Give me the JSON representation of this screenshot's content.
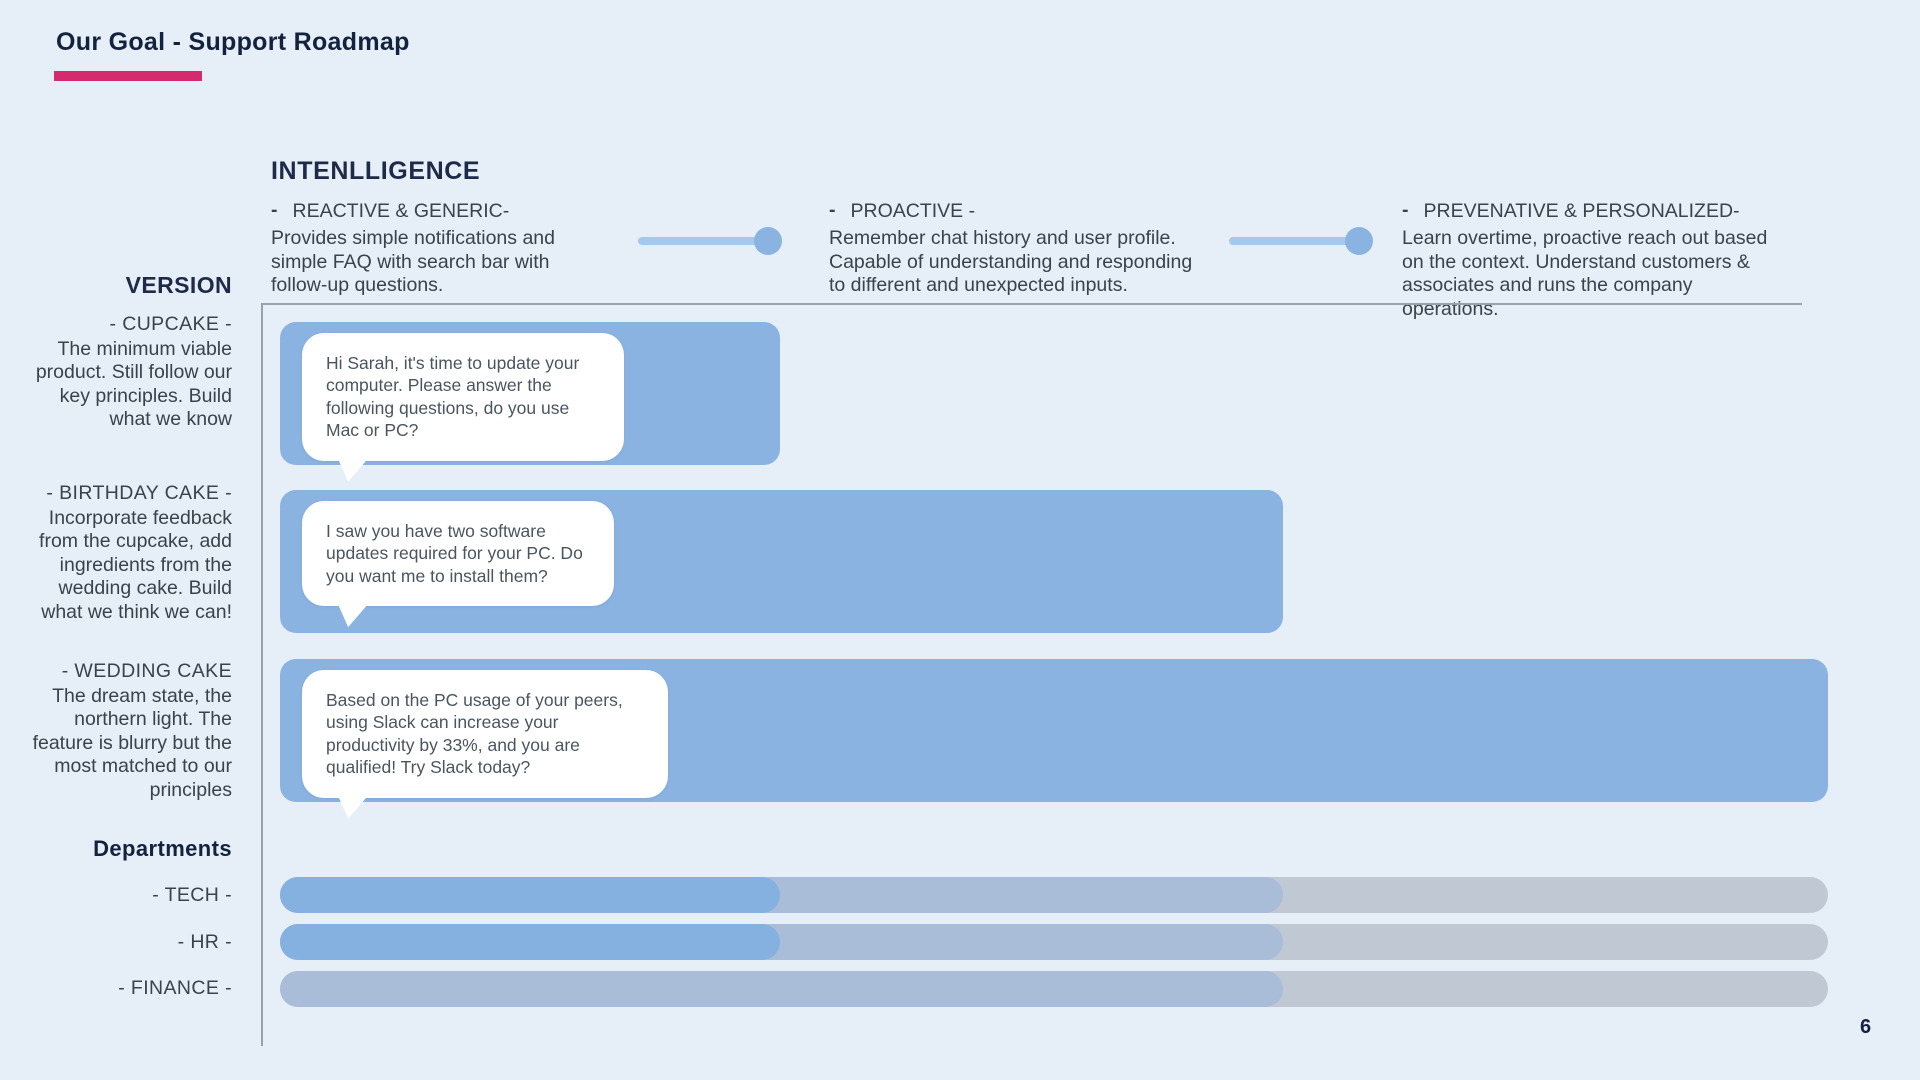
{
  "slide": {
    "title": "Our Goal - Support Roadmap",
    "page_number": "6"
  },
  "intelligence": {
    "heading": "INTENLLIGENCE",
    "stages": [
      {
        "bullet": "-",
        "title": "REACTIVE & GENERIC-",
        "description": "Provides simple notifications and simple FAQ with search bar with follow-up questions."
      },
      {
        "bullet": "-",
        "title": "PROACTIVE -",
        "description": "Remember chat history and user profile. Capable of understanding and responding to different and unexpected inputs."
      },
      {
        "bullet": "-",
        "title": "PREVENATIVE & PERSONALIZED-",
        "description": "Learn overtime, proactive reach out based on the context. Understand customers & associates and runs the company operations."
      }
    ]
  },
  "version": {
    "heading": "VERSION",
    "items": [
      {
        "title": "- CUPCAKE -",
        "description": "The minimum viable product. Still follow our key principles. Build what we know"
      },
      {
        "title": "- BIRTHDAY CAKE -",
        "description": "Incorporate feedback from the cupcake, add ingredients from the wedding cake. Build what we think we can!"
      },
      {
        "title": "- WEDDING CAKE",
        "description": "The dream state, the northern light. The feature is blurry but the most matched to our principles"
      }
    ]
  },
  "chat": {
    "rows": [
      {
        "message": "Hi Sarah, it's time to update your computer. Please answer the following questions, do you use Mac or PC?",
        "track_width_pct": 32.3
      },
      {
        "message": "I saw you have two software updates required for your PC. Do you want me to install them?",
        "track_width_pct": 64.8
      },
      {
        "message": "Based on the PC usage of your peers, using Slack can increase your productivity by 33%, and you are qualified! Try Slack today?",
        "track_width_pct": 100
      }
    ]
  },
  "departments": {
    "heading": "Departments",
    "rows": [
      {
        "label": "- TECH -",
        "segments": [
          {
            "width_pct": 100,
            "color": "#bfc8d3"
          },
          {
            "width_pct": 64.8,
            "color": "#a9bdd9"
          },
          {
            "width_pct": 32.3,
            "color": "#85b1e0"
          }
        ]
      },
      {
        "label": "- HR -",
        "segments": [
          {
            "width_pct": 100,
            "color": "#bfc8d3"
          },
          {
            "width_pct": 64.8,
            "color": "#a9bdd9"
          },
          {
            "width_pct": 32.3,
            "color": "#85b1e0"
          }
        ]
      },
      {
        "label": "- FINANCE -",
        "segments": [
          {
            "width_pct": 100,
            "color": "#bfc8d3"
          },
          {
            "width_pct": 64.8,
            "color": "#a9bdd9"
          }
        ]
      }
    ]
  },
  "colors": {
    "background": "#e6eef7",
    "title_navy": "#13223f",
    "heading_navy": "#1d2b49",
    "body_text": "#39434d",
    "accent_pink": "#d62a6e",
    "chat_track_blue": "#8ab3e1",
    "bubble_white": "#ffffff",
    "connector_line": "#a9c7e9",
    "connector_dot": "#8ab3e1",
    "bar_bright_blue": "#85b1e0",
    "bar_medium_blue": "#a9bdd9",
    "bar_gray": "#bfc8d3",
    "axis_gray": "#9aa1aa"
  }
}
